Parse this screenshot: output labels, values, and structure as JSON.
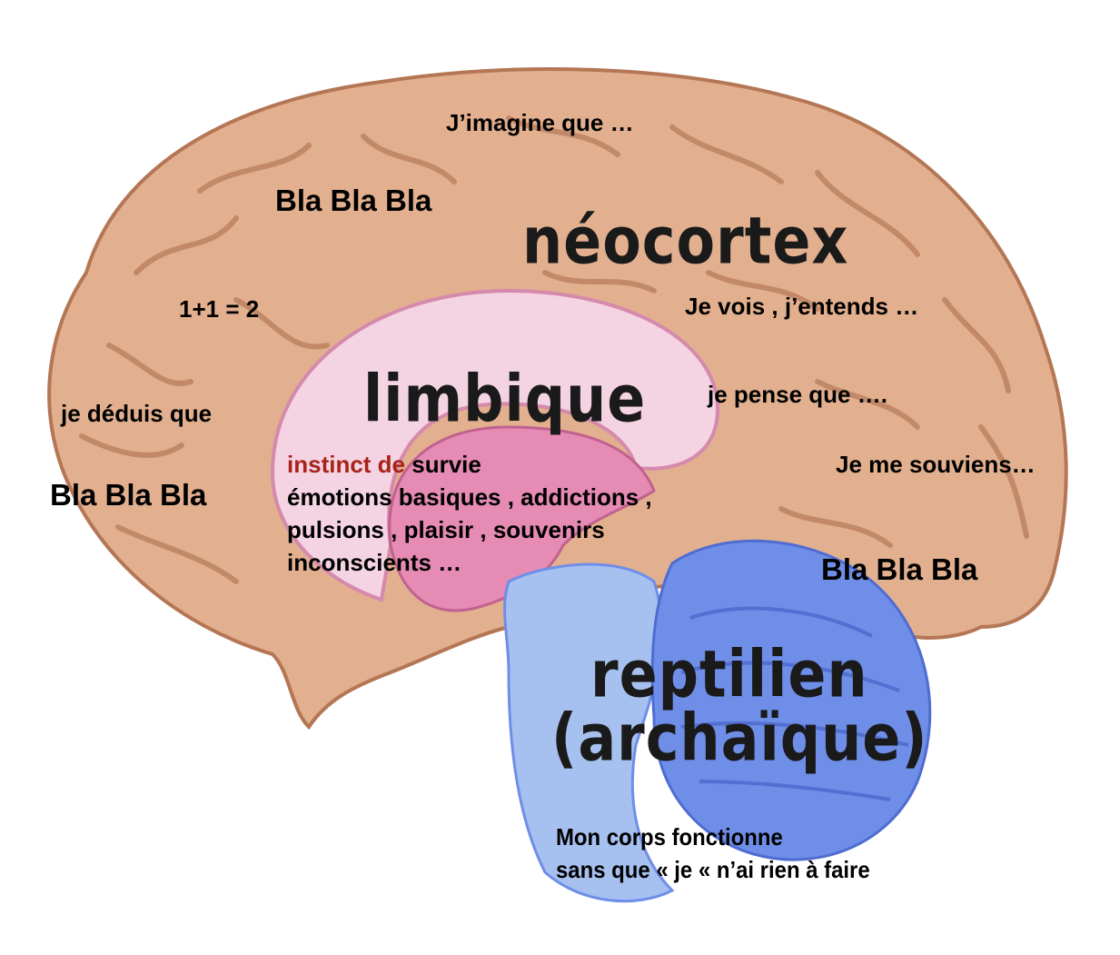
{
  "regions": {
    "neocortex": "néocortex",
    "limbic": "limbique",
    "reptilian_line1": "reptilien",
    "reptilian_line2": "(archaïque)"
  },
  "cortex_labels": {
    "imagine": "J’imagine que …",
    "bla_top": "Bla Bla Bla",
    "math": "1+1 = 2",
    "see_hear": "Je vois , j’entends …",
    "think": "je pense que ….",
    "deduce": "je déduis que",
    "remember": "Je me souviens…",
    "bla_left": "Bla Bla Bla",
    "bla_right": "Bla Bla Bla"
  },
  "limbic_text": {
    "line1_red": "instinct de",
    "line1_rest": " survie",
    "line2": "émotions basiques , addictions ,",
    "line3": "pulsions , plaisir , souvenirs",
    "line4": "inconscients …"
  },
  "reptilian_text": {
    "line1": "Mon corps fonctionne",
    "line2": "sans que  « je  « n’ai rien à faire"
  },
  "colors": {
    "cortex": "#e2b08f",
    "cortex_shadow": "#b47654",
    "limbic": "#e58bb4",
    "limbic_light": "#f4d3e2",
    "brainstem": "#a6c0ef",
    "cerebellum": "#6f8ee8",
    "accent_red": "#a8231a"
  }
}
